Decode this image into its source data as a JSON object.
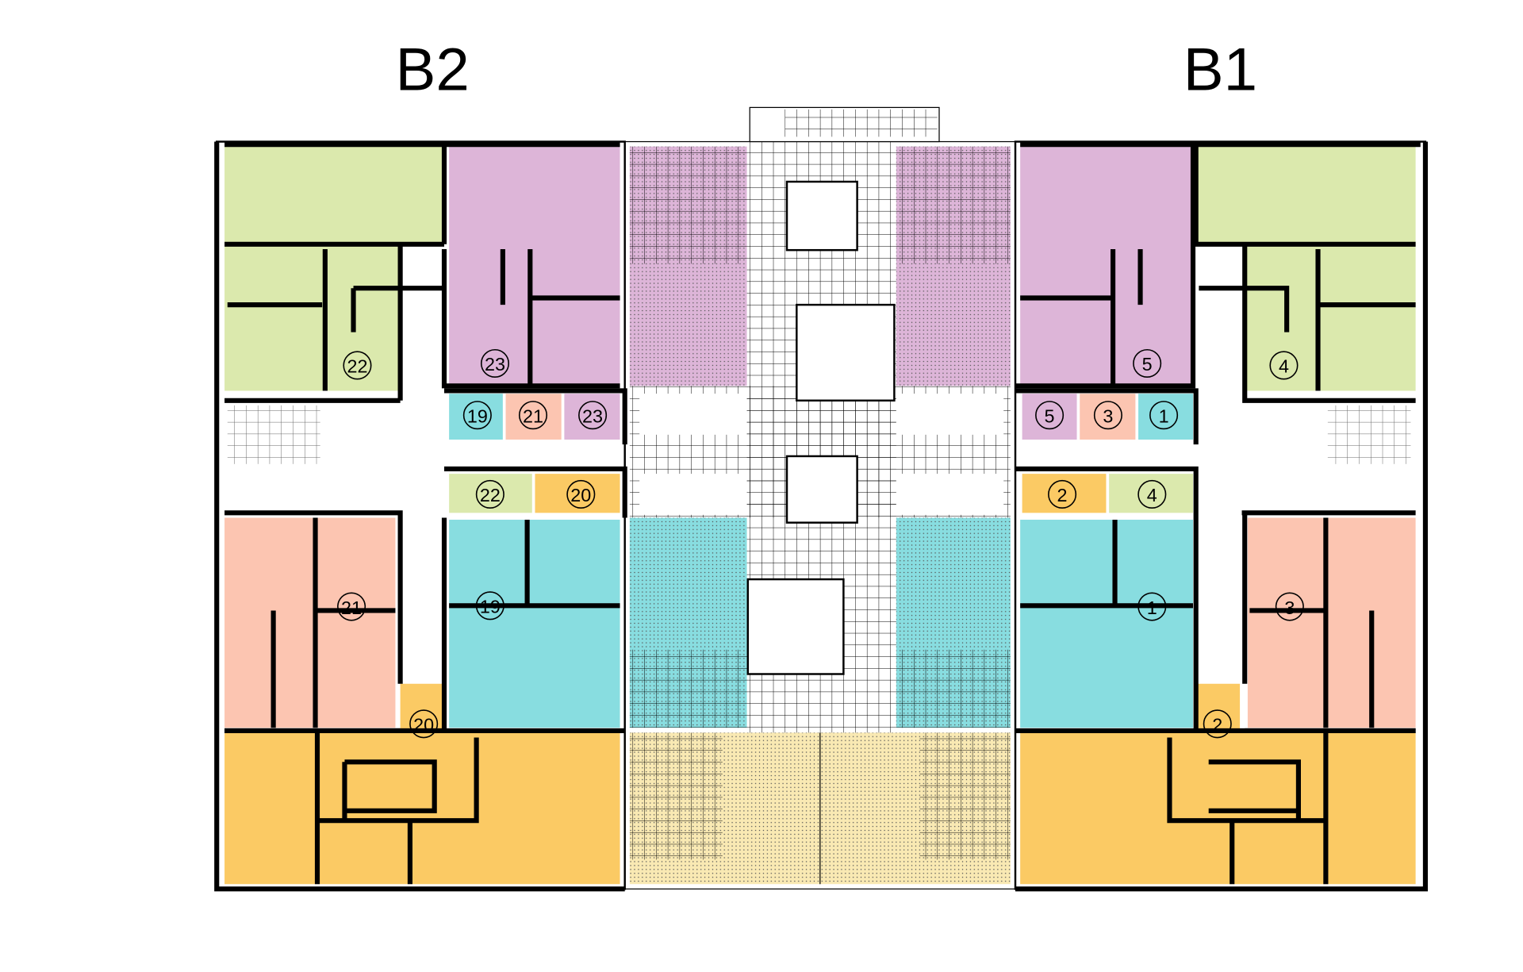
{
  "buildings": {
    "left": "B2",
    "right": "B1"
  },
  "colors": {
    "green": "#dbe9ad",
    "purple": "#ddb5d8",
    "salmon": "#fcc5b1",
    "cyan": "#88dde0",
    "orange": "#fbca64",
    "yellow": "#f9e9b3"
  },
  "units": {
    "b2_green": "22",
    "b2_purple": "23",
    "b2_cyan": "19",
    "b2_salmon": "21",
    "b2_orange": "20",
    "b2_store_19": "19",
    "b2_store_21": "21",
    "b2_store_23": "23",
    "b2_store_22": "22",
    "b2_store_20": "20",
    "b1_purple": "5",
    "b1_green": "4",
    "b1_cyan": "1",
    "b1_salmon": "3",
    "b1_orange": "2",
    "b1_store_5": "5",
    "b1_store_3": "3",
    "b1_store_1": "1",
    "b1_store_2": "2",
    "b1_store_4": "4"
  }
}
